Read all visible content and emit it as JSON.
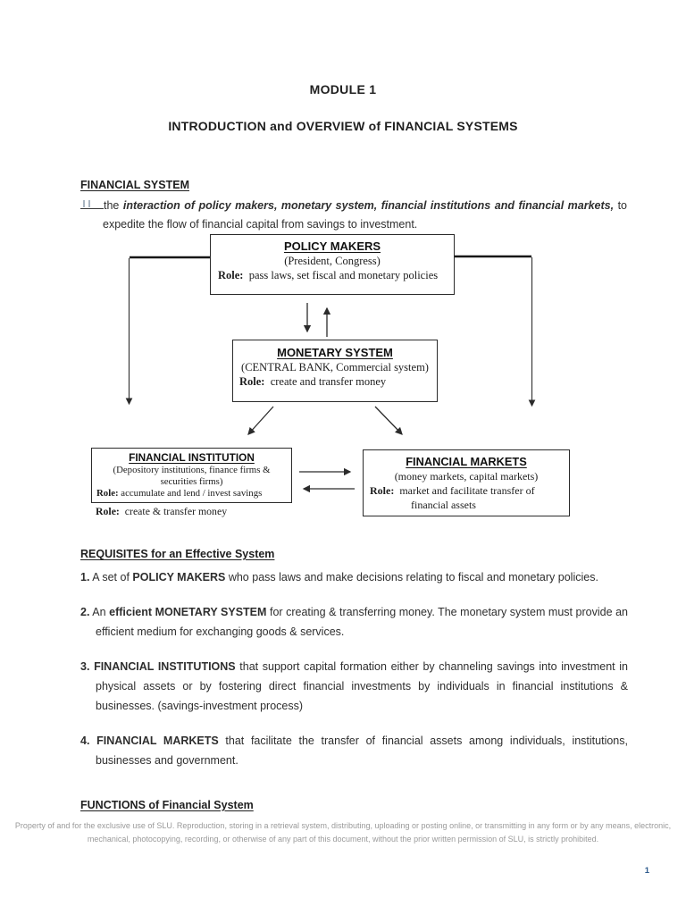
{
  "page": {
    "title": "MODULE 1",
    "subtitle": "INTRODUCTION and OVERVIEW of FINANCIAL SYSTEMS",
    "page_number": "1",
    "footer": "Property of and for the exclusive use of SLU. Reproduction, storing in a retrieval system, distributing, uploading or posting online, or transmitting in any form or by any means, electronic, mechanical, photocopying, recording, or otherwise of any part of this document, without the prior written permission of SLU, is strictly prohibited.",
    "accent_color": "#2e5b8d"
  },
  "financial_system": {
    "heading": "FINANCIAL SYSTEM",
    "definition": {
      "lead": "the ",
      "emphasis": "interaction of policy makers, monetary system, financial institutions and financial markets,",
      "rest": " to expedite the flow of financial capital from savings to investment."
    }
  },
  "diagram": {
    "policy_makers": {
      "title": "POLICY MAKERS",
      "subtitle": "(President, Congress)",
      "role_label": "Role:",
      "role": "pass laws, set fiscal and monetary policies"
    },
    "monetary_system": {
      "title": "MONETARY SYSTEM",
      "subtitle": "(CENTRAL BANK, Commercial system)",
      "role_label": "Role:",
      "role": "create and transfer money"
    },
    "financial_institution": {
      "title": "FINANCIAL INSTITUTION",
      "subtitle": "(Depository institutions, finance firms & securities firms)",
      "role_label": "Role:",
      "role": "accumulate and lend / invest savings"
    },
    "financial_markets": {
      "title": "FINANCIAL MARKETS",
      "subtitle": "(money markets, capital markets)",
      "role_label": "Role:",
      "role": "market and facilitate transfer of financial assets"
    },
    "note": {
      "label": "Role:",
      "text": "create & transfer money"
    }
  },
  "requisites": {
    "heading": "REQUISITES for an Effective System",
    "items": [
      {
        "num": "1.",
        "pre": "A set of ",
        "bold": "POLICY MAKERS",
        "post": " who pass laws and make decisions relating to fiscal and monetary policies."
      },
      {
        "num": "2.",
        "pre": "An ",
        "bold": "efficient MONETARY SYSTEM",
        "post": " for creating & transferring money. The monetary system must provide an efficient medium for exchanging goods & services."
      },
      {
        "num": "3.",
        "pre": "",
        "bold": "FINANCIAL INSTITUTIONS",
        "post": " that support capital formation either by channeling savings into investment in physical assets or by fostering direct financial investments by individuals in financial institutions & businesses. (savings-investment process)"
      },
      {
        "num": "4.",
        "pre": "",
        "bold": "FINANCIAL MARKETS",
        "post": " that facilitate the transfer of financial assets among individuals, institutions, businesses and government."
      }
    ]
  },
  "functions": {
    "heading": "FUNCTIONS of Financial System"
  }
}
